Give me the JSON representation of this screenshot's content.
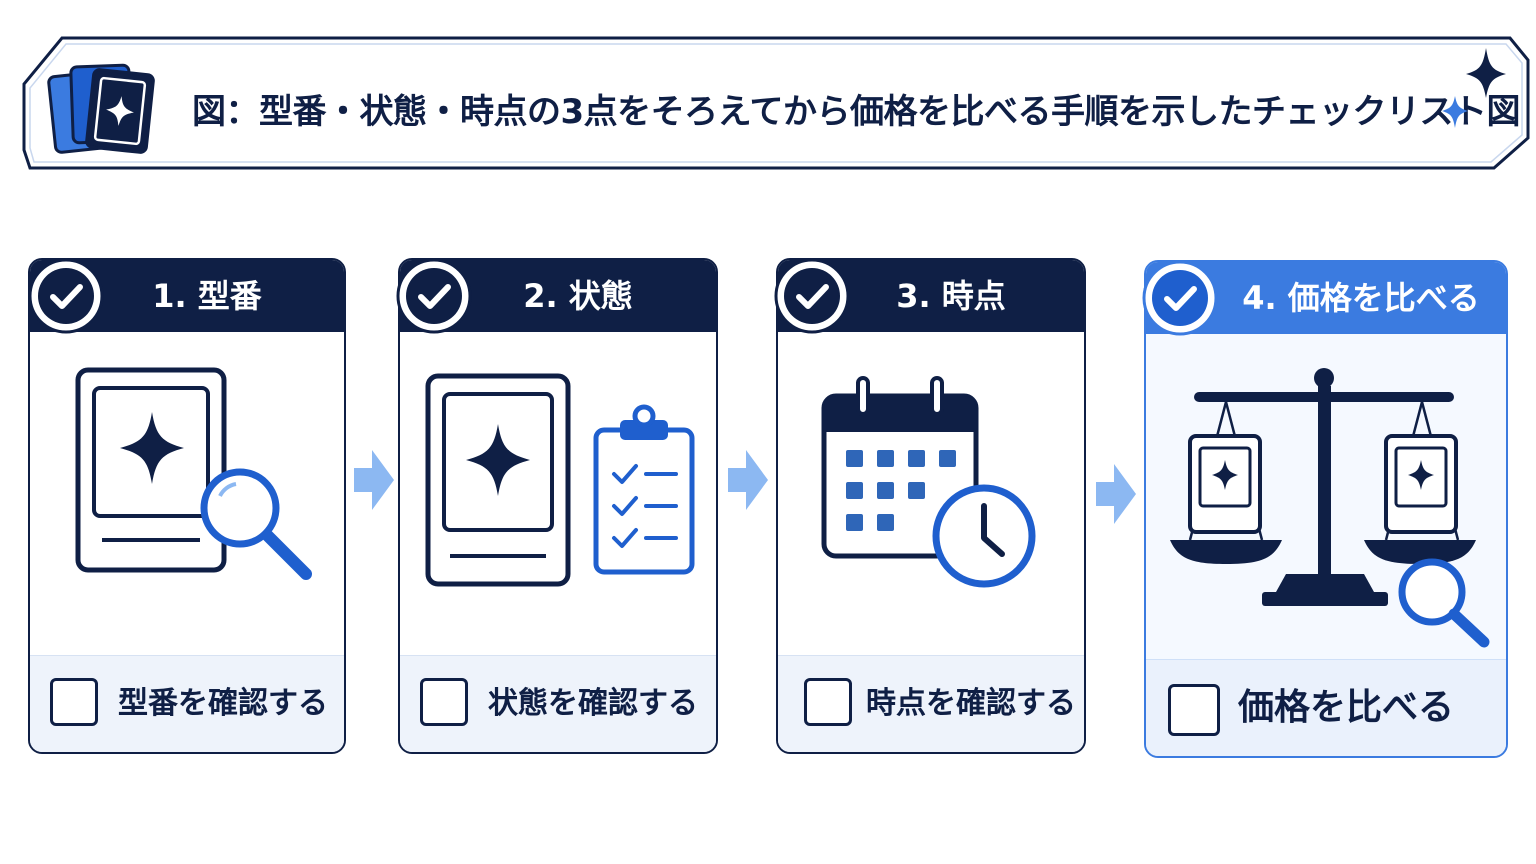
{
  "title": "図：型番・状態・時点の3点をそろえてから価格を比べる手順を示したチェックリスト図",
  "colors": {
    "navy": "#0f1f45",
    "accent_blue": "#3b7be0",
    "icon_blue": "#1f5fce",
    "arrow_blue": "#8cb8f2",
    "footer_bg": "#eef3fb"
  },
  "steps": [
    {
      "header": "1. 型番",
      "checkbox_label": "型番を確認する",
      "icon": "card-with-magnifier-icon",
      "checked": false
    },
    {
      "header": "2. 状態",
      "checkbox_label": "状態を確認する",
      "icon": "card-with-clipboard-icon",
      "checked": false
    },
    {
      "header": "3. 時点",
      "checkbox_label": "時点を確認する",
      "icon": "calendar-with-clock-icon",
      "checked": false
    },
    {
      "header": "4. 価格を比べる",
      "checkbox_label": "価格を比べる",
      "icon": "balance-scale-icon",
      "checked": false
    }
  ]
}
